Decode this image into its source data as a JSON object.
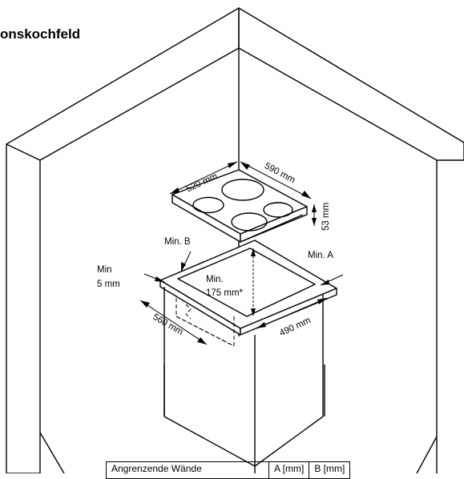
{
  "title": "onskochfeld",
  "labels": {
    "dim_520": "520 mm",
    "dim_590": "590 mm",
    "dim_53": "53 mm",
    "min_b": "Min. B",
    "min_a": "Min. A",
    "min5_line1": "Min",
    "min5_line2": "5 mm",
    "min175_line1": "Min.",
    "min175_line2": "175 mm*",
    "dim_560": "560 mm",
    "dim_490": "490 mm"
  },
  "table": {
    "headers": [
      "Angrenzende Wände",
      "A [mm]",
      "B [mm]"
    ]
  }
}
